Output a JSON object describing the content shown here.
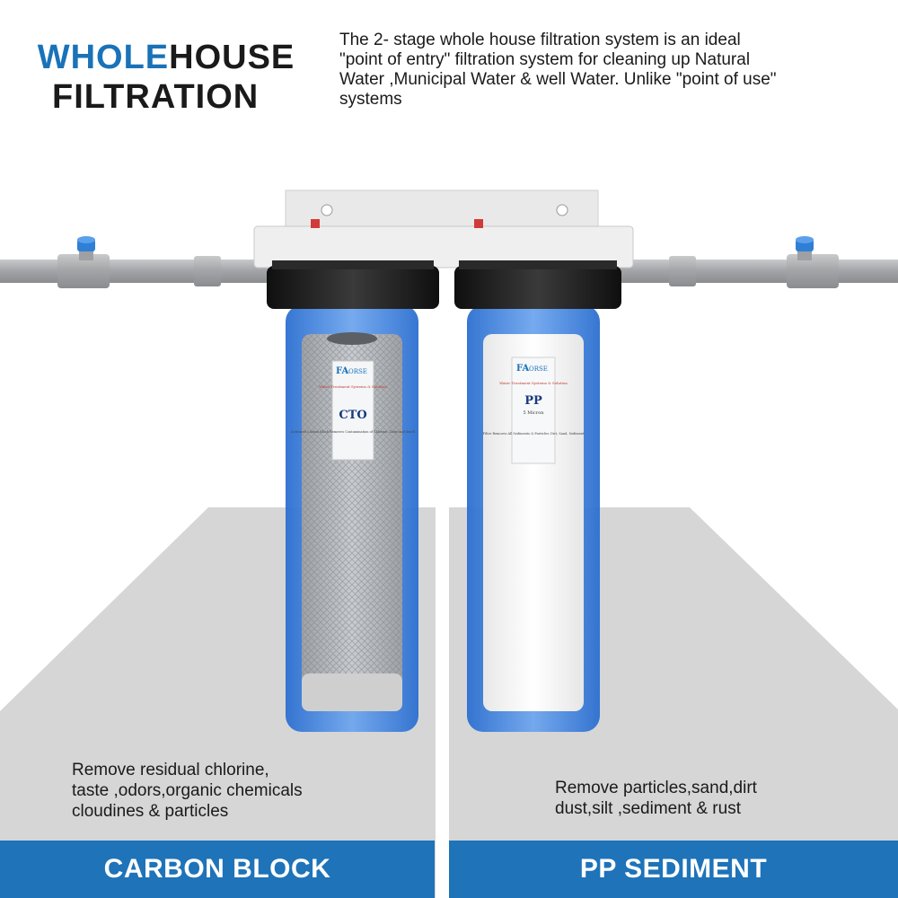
{
  "header": {
    "title_accent": "WHOLE",
    "title_rest": "HOUSE",
    "title_line2": "FILTRATION"
  },
  "intro": {
    "text": "The 2- stage  whole house filtration system is an ideal\n \"point of entry\" filtration system for cleaning up Natural\nWater ,Municipal Water & well Water. Unlike \"point of use\"\nsystems"
  },
  "filters": [
    {
      "cartridge_name": "CTO",
      "label_brand": "FA",
      "label_brand_rest": "ORSE",
      "label_subtitle": "Water Treatment Systems & Solution",
      "label_micron": "",
      "label_body": "Activated Carbon Block Removes Contamination of Chlorine, Taste and Smell",
      "description": "Remove residual chlorine,\ntaste ,odors,organic chemicals\ncloudines & particles",
      "band_label": "CARBON BLOCK"
    },
    {
      "cartridge_name": "PP",
      "label_brand": "FA",
      "label_brand_rest": "ORSE",
      "label_subtitle": "Water Treatment Systems & Solution",
      "label_micron": "5 Micron",
      "label_body": "Filter Removes All Sediments & Particles: Dirt, Sand, Sediment",
      "description": "Remove particles,sand,dirt\ndust,silt ,sediment & rust",
      "band_label": "PP SEDIMENT"
    }
  ],
  "colors": {
    "accent_blue": "#1a72b8",
    "band_blue": "#1e73b9",
    "housing_blue": "#3d7fd8",
    "cap_black": "#1a1a1a",
    "floor_gray": "#d7d7d7",
    "pipe_gray": "#a9abae",
    "bracket_white": "#eeeeee"
  },
  "icons": {
    "valve_left": "valve-icon",
    "valve_right": "valve-icon"
  }
}
